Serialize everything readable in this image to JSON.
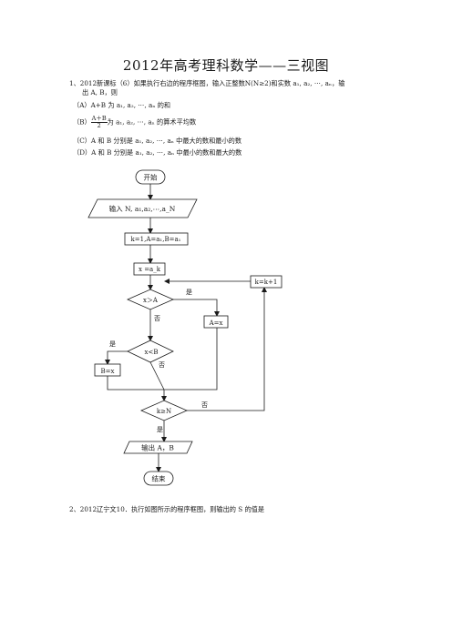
{
  "title": "2012年高考理科数学——三视图",
  "q1": {
    "text_line1": "1、2012新课标（6）如果执行右边的程序框图，输入正整数N(N≥2)和实数 a₁, a₂, ⋯, aₙ，输",
    "text_line2": "出 A, B，则",
    "option_a": "（A）A+B 为 a₁, a₂, ⋯, aₙ 的和",
    "option_b_prefix": "（B）",
    "option_b_num": "A＋B",
    "option_b_den": "2",
    "option_b_suffix": "为 a₁, a₂, ⋯, aₙ 的算术平均数",
    "option_c": "（C）A 和 B 分别是 a₁, a₂, ⋯, aₙ 中最大的数和最小的数",
    "option_d": "（D）A 和 B 分别是 a₁, a₂, ⋯, aₙ 中最小的数和最大的数"
  },
  "flowchart": {
    "start": "开始",
    "input": "输入 N, a₁,a₂,⋯,a_N",
    "init": "k=1,A=a₁,B=a₁",
    "assign_x": "x =a_k",
    "cond_a": "x＞A",
    "yes_a": "是",
    "no_a": "否",
    "set_a": "A=x",
    "cond_b": "x<B",
    "yes_b": "是",
    "no_b": "否",
    "set_b": "B=x",
    "cond_k": "k≥N",
    "no_k": "否",
    "yes_k": "是",
    "increment": "k=k+1",
    "output": "输出 A，B",
    "end": "结束"
  },
  "q2": {
    "text": "2、2012辽宁文10．执行如图所示的程序框图，则输出的 S 的值是"
  }
}
